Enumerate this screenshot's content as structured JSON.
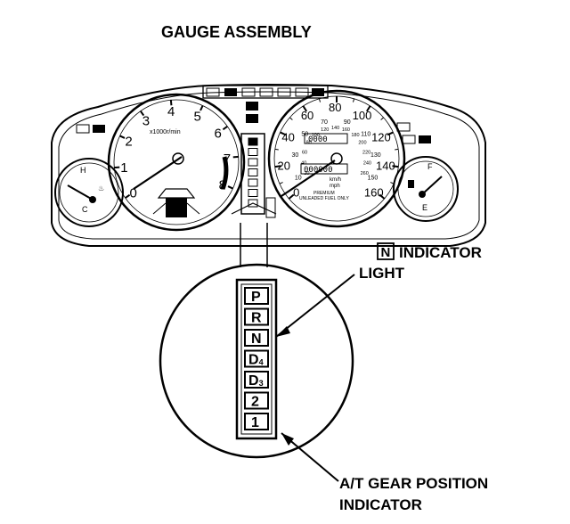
{
  "title": "GAUGE ASSEMBLY",
  "callouts": {
    "n_indicator_box": "N",
    "n_indicator_line1": "INDICATOR",
    "n_indicator_line2": "LIGHT",
    "at_gear_line1": "A/T GEAR POSITION",
    "at_gear_line2": "INDICATOR"
  },
  "tachometer": {
    "ticks": [
      "0",
      "1",
      "2",
      "3",
      "4",
      "5",
      "6",
      "7",
      "8"
    ],
    "unit": "x1000r/min"
  },
  "speedometer": {
    "mph_ticks": [
      "0",
      "10",
      "20",
      "30",
      "40",
      "50",
      "60",
      "70",
      "80",
      "90",
      "100",
      "110",
      "120",
      "130",
      "140",
      "150",
      "160"
    ],
    "kmh_ticks": [
      "20",
      "40",
      "60",
      "80",
      "100",
      "120",
      "140",
      "160",
      "180",
      "200",
      "220",
      "240",
      "260"
    ],
    "odometer": "000000",
    "trip": "0000",
    "unit_kmh": "km/h",
    "unit_mph": "mph",
    "fuel_note_1": "PREMIUM",
    "fuel_note_2": "UNLEADED FUEL ONLY"
  },
  "temp_gauge": {
    "hot": "H",
    "cold": "C"
  },
  "fuel_gauge": {
    "full": "F",
    "empty": "E"
  },
  "gear_positions": [
    "P",
    "R",
    "N",
    "D4",
    "D3",
    "2",
    "1"
  ]
}
